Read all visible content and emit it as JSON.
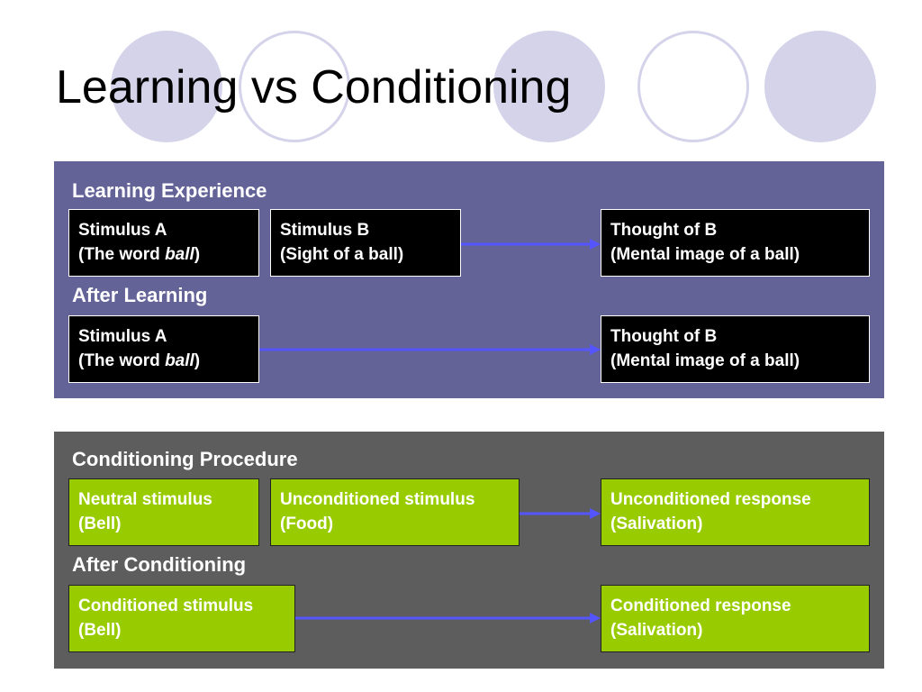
{
  "slide": {
    "title": "Learning vs Conditioning"
  },
  "learning_panel": {
    "section1_label": "Learning Experience",
    "section2_label": "After Learning",
    "stimulus_a": {
      "line1": "Stimulus A",
      "line2_prefix": "(The word ",
      "line2_em": "ball",
      "line2_suffix": ")"
    },
    "stimulus_b": {
      "line1": "Stimulus B",
      "line2": "(Sight of a ball)"
    },
    "thought_b": {
      "line1": "Thought of B",
      "line2": "(Mental image of a ball)"
    },
    "after_stimulus_a": {
      "line1": "Stimulus A",
      "line2_prefix": "(The word ",
      "line2_em": "ball",
      "line2_suffix": ")"
    },
    "after_thought_b": {
      "line1": "Thought of B",
      "line2": "(Mental image of a ball)"
    }
  },
  "conditioning_panel": {
    "section1_label": "Conditioning Procedure",
    "section2_label": "After Conditioning",
    "neutral_stimulus": {
      "line1": "Neutral stimulus",
      "line2": "(Bell)"
    },
    "unconditioned_stimulus": {
      "line1": "Unconditioned stimulus",
      "line2": "(Food)"
    },
    "unconditioned_response": {
      "line1": "Unconditioned response",
      "line2": "(Salivation)"
    },
    "conditioned_stimulus": {
      "line1": "Conditioned stimulus",
      "line2": "(Bell)"
    },
    "conditioned_response": {
      "line1": "Conditioned response",
      "line2": "(Salivation)"
    }
  },
  "colors": {
    "learning_panel_bg": "#646398",
    "conditioning_panel_bg": "#5d5d5d",
    "decor_circles": "#d4d3ea",
    "box_black": "#000000",
    "box_green": "#99cc00",
    "arrow": "#5555ff"
  }
}
